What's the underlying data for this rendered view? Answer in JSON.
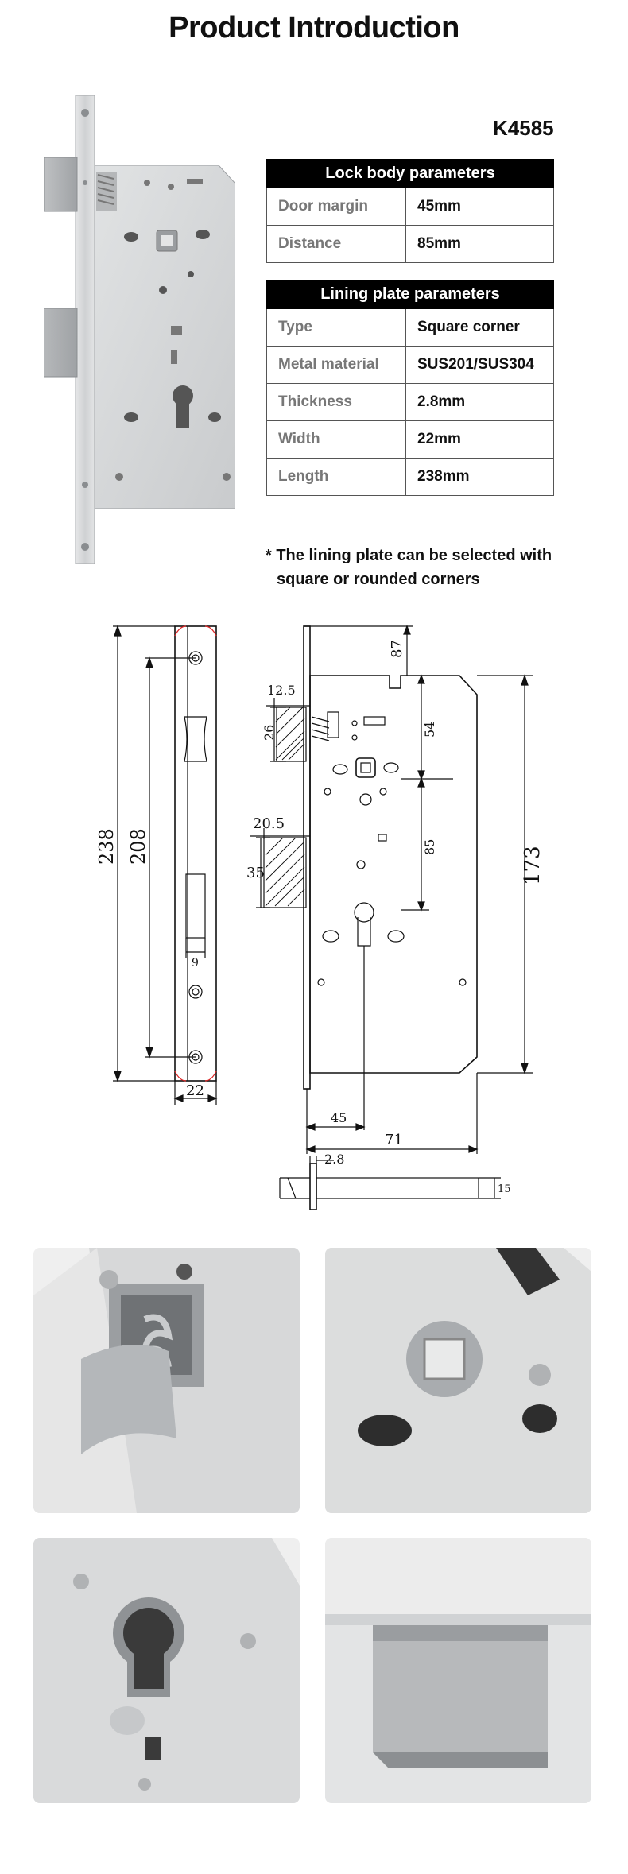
{
  "page_title": "Product Introduction",
  "model": "K4585",
  "lock_body": {
    "header": "Lock body parameters",
    "rows": [
      {
        "label": "Door margin",
        "value": "45mm"
      },
      {
        "label": "Distance",
        "value": "85mm"
      }
    ]
  },
  "lining_plate": {
    "header": "Lining plate parameters",
    "rows": [
      {
        "label": "Type",
        "value": "Square corner"
      },
      {
        "label": "Metal material",
        "value": "SUS201/SUS304"
      },
      {
        "label": "Thickness",
        "value": "2.8mm"
      },
      {
        "label": "Width",
        "value": "22mm"
      },
      {
        "label": "Length",
        "value": "238mm"
      }
    ]
  },
  "note": {
    "line1": "* The lining plate can be selected with",
    "line2": "square or rounded corners"
  },
  "dimensions": {
    "d238": "238",
    "d208": "208",
    "d9": "9",
    "d22": "22",
    "d87": "87",
    "d12_5": "12.5",
    "d26": "26",
    "d54": "54",
    "d173": "173",
    "d20_5": "20.5",
    "d35": "35",
    "d85": "85",
    "d45": "45",
    "d71": "71",
    "d2_8": "2.8",
    "d15": "15"
  },
  "colors": {
    "steel_light": "#d9dadb",
    "steel_mid": "#c4c6c8",
    "steel_dark": "#8a8d90",
    "photo_bg": "#ececec"
  }
}
